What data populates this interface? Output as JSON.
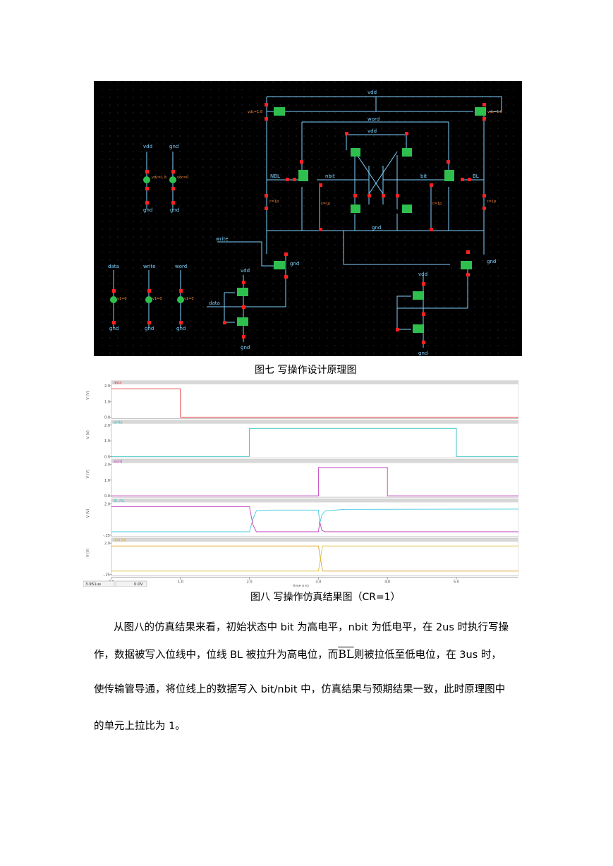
{
  "figure1": {
    "caption": "图七  写操作设计原理图",
    "nets": [
      "vdd",
      "word",
      "vdd",
      "nbit",
      "bit",
      "NBL",
      "BL",
      "gnd",
      "write",
      "gnd",
      "gnd",
      "data",
      "vdd",
      "gnd",
      "vdd",
      "gnd"
    ],
    "sources": [
      "vdd",
      "gnd",
      "data",
      "write",
      "word"
    ],
    "source_params": [
      "vdc=1.8",
      "vdc=0",
      "v1=0",
      "v1=0",
      "v1=0"
    ],
    "grounds": [
      "gnd",
      "gnd",
      "gnd",
      "gnd",
      "gnd"
    ],
    "cap_labels": [
      "c=1p",
      "c=1p",
      "c=1p",
      "c=1p"
    ],
    "colors": {
      "background": "#000000",
      "wire": "#7fd2ff",
      "pin": "#ff2020",
      "component": "#2fbf4f",
      "label": "#ff8a3a"
    }
  },
  "figure2": {
    "caption_main": "图八  写操作仿真结果图（",
    "caption_cr": "CR=1",
    "caption_end": "）",
    "status_time": "3.951us",
    "status_value": "0.0V",
    "xlabel": "time (us)"
  },
  "chart_data": {
    "type": "line",
    "xlabel": "time (us)",
    "xlim": [
      0,
      5.9
    ],
    "x_ticks": [
      "0.0",
      "1.0",
      "2.0",
      "3.0",
      "4.0",
      "5.0"
    ],
    "panels": [
      {
        "legend": "data",
        "ylabel": "V (V)",
        "y_ticks": [
          "2.0",
          "1.0",
          "0.0"
        ],
        "ylim": [
          0,
          2
        ],
        "series": [
          {
            "name": "data",
            "color": "#e03030",
            "x": [
              0,
              1.0,
              1.0,
              5.9
            ],
            "y": [
              1.8,
              1.8,
              0,
              0
            ]
          }
        ]
      },
      {
        "legend": "write",
        "ylabel": "V (V)",
        "y_ticks": [
          "2.0",
          "1.0",
          "0.0"
        ],
        "ylim": [
          0,
          2
        ],
        "series": [
          {
            "name": "write",
            "color": "#30c0c0",
            "x": [
              0,
              2.0,
              2.0,
              5.0,
              5.0,
              5.9
            ],
            "y": [
              0,
              0,
              1.8,
              1.8,
              0,
              0
            ]
          }
        ]
      },
      {
        "legend": "word",
        "ylabel": "V (V)",
        "y_ticks": [
          "2.0",
          "1.0",
          "0.0"
        ],
        "ylim": [
          0,
          2
        ],
        "series": [
          {
            "name": "word",
            "color": "#c040c0",
            "x": [
              0,
              3.0,
              3.0,
              4.0,
              4.0,
              5.9
            ],
            "y": [
              0,
              0,
              1.8,
              1.8,
              0,
              0
            ]
          }
        ]
      },
      {
        "legend": "BL  /BL",
        "ylabel": "V (V)",
        "y_ticks": [
          "2.0",
          "-.25"
        ],
        "ylim": [
          -0.25,
          2
        ],
        "series": [
          {
            "name": "BL",
            "color": "#40c8e0",
            "x": [
              0,
              2.0,
              2.05,
              2.1,
              2.3,
              3.0,
              3.02,
              3.05,
              3.1,
              3.4,
              5.9
            ],
            "y": [
              0,
              0,
              0.9,
              1.5,
              1.55,
              1.55,
              0.6,
              1.2,
              1.5,
              1.6,
              1.62
            ]
          },
          {
            "name": "/BL",
            "color": "#c040c0",
            "x": [
              0,
              2.0,
              2.05,
              2.1,
              3.0,
              3.02,
              3.05,
              3.1,
              5.9
            ],
            "y": [
              1.8,
              1.8,
              0.5,
              0,
              0,
              0.7,
              0.1,
              0,
              0
            ]
          }
        ]
      },
      {
        "legend": "nbit  bit",
        "ylabel": "V (V)",
        "y_ticks": [
          "2.0",
          "-.25"
        ],
        "ylim": [
          -0.25,
          2
        ],
        "series": [
          {
            "name": "bit",
            "color": "#e0a020",
            "x": [
              0,
              3.0,
              3.03,
              3.06,
              5.9
            ],
            "y": [
              1.8,
              1.8,
              0.9,
              0,
              0
            ]
          },
          {
            "name": "nbit",
            "color": "#e0c040",
            "x": [
              0,
              3.0,
              3.03,
              3.06,
              5.9
            ],
            "y": [
              0,
              0,
              0.9,
              1.8,
              1.8
            ]
          }
        ]
      }
    ]
  },
  "paragraph": {
    "l1": "从图八的仿真结果来看，初始状态中 bit 为高电平，nbit 为低电平，在  2us 时执行写操",
    "l2a": "作，数据被写入位线中，位线 BL 被拉升为高电位，而",
    "l2_overline": "BL",
    "l2b": "则被拉低至低电位，在 3us 时，",
    "l3": "使传输管导通，将位线上的数据写入 bit/nbit 中，仿真结果与预期结果一致，此时原理图中",
    "l4": "的单元上拉比为 1。"
  }
}
